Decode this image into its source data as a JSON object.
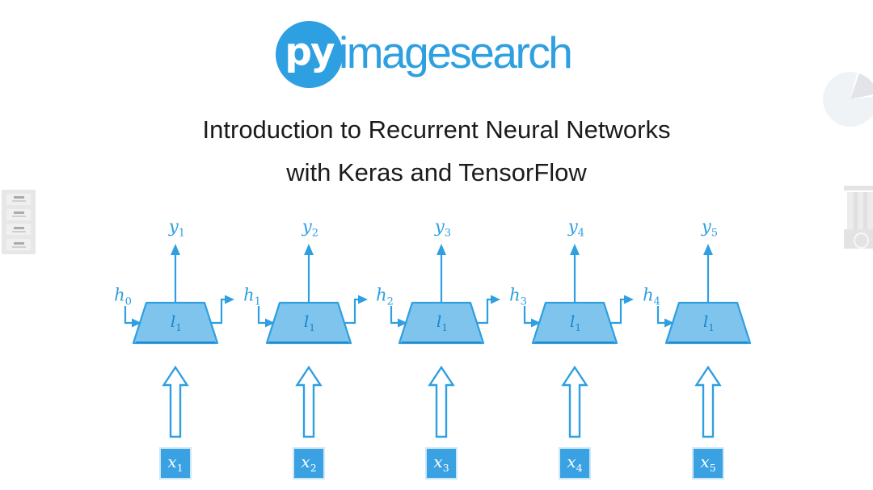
{
  "logo": {
    "monogram": "py",
    "wordmark": "imagesearch"
  },
  "title": {
    "line1": "Introduction to Recurrent Neural Networks",
    "line2": "with Keras and TensorFlow"
  },
  "colors": {
    "accent_blue": "#2E9FE1",
    "cell_fill": "#7EC4ED",
    "input_box_fill": "#3AA2E3",
    "cell_label_blue": "#1F86C9",
    "title_text": "#1B1B1B"
  },
  "diagram": {
    "description": "Unrolled recurrent neural network over 5 time steps",
    "cells": [
      {
        "output": {
          "base": "y",
          "sub": "1"
        },
        "hidden_in": {
          "base": "h",
          "sub": "0"
        },
        "layer": {
          "base": "l",
          "sub": "1"
        },
        "input": {
          "base": "x",
          "sub": "1"
        }
      },
      {
        "output": {
          "base": "y",
          "sub": "2"
        },
        "hidden_in": {
          "base": "h",
          "sub": "1"
        },
        "layer": {
          "base": "l",
          "sub": "1"
        },
        "input": {
          "base": "x",
          "sub": "2"
        }
      },
      {
        "output": {
          "base": "y",
          "sub": "3"
        },
        "hidden_in": {
          "base": "h",
          "sub": "2"
        },
        "layer": {
          "base": "l",
          "sub": "1"
        },
        "input": {
          "base": "x",
          "sub": "3"
        }
      },
      {
        "output": {
          "base": "y",
          "sub": "4"
        },
        "hidden_in": {
          "base": "h",
          "sub": "3"
        },
        "layer": {
          "base": "l",
          "sub": "1"
        },
        "input": {
          "base": "x",
          "sub": "4"
        }
      },
      {
        "output": {
          "base": "y",
          "sub": "5"
        },
        "hidden_in": {
          "base": "h",
          "sub": "4"
        },
        "layer": {
          "base": "l",
          "sub": "1"
        },
        "input": {
          "base": "x",
          "sub": "5"
        }
      }
    ]
  }
}
